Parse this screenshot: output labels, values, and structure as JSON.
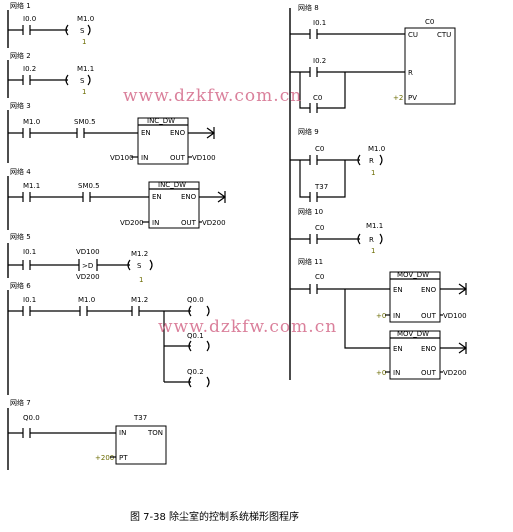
{
  "networks": {
    "n1": "网络 1",
    "n2": "网络 2",
    "n3": "网络 3",
    "n4": "网络 4",
    "n5": "网络 5",
    "n6": "网络 6",
    "n7": "网络 7",
    "n8": "网络 8",
    "n9": "网络 9",
    "n10": "网络 10",
    "n11": "网络 11"
  },
  "n1": {
    "contact": "I0.0",
    "coil": "M1.0",
    "op": "S",
    "n": "1"
  },
  "n2": {
    "contact": "I0.2",
    "coil": "M1.1",
    "op": "S",
    "n": "1"
  },
  "n3": {
    "c1": "M1.0",
    "c2": "SM0.5",
    "box": "INC_DW",
    "en": "EN",
    "eno": "ENO",
    "in": "IN",
    "out": "OUT",
    "in_val": "VD100",
    "out_val": "VD100"
  },
  "n4": {
    "c1": "M1.1",
    "c2": "SM0.5",
    "box": "INC_DW",
    "en": "EN",
    "eno": "ENO",
    "in": "IN",
    "out": "OUT",
    "in_val": "VD200",
    "out_val": "VD200"
  },
  "n5": {
    "c1": "I0.1",
    "cmp_top": "VD100",
    "cmp_op": ">D",
    "cmp_bot": "VD200",
    "coil": "M1.2",
    "op": "S",
    "n": "1"
  },
  "n6": {
    "c1": "I0.1",
    "c2": "M1.0",
    "c3": "M1.2",
    "q1": "Q0.0",
    "q2": "Q0.1",
    "q3": "Q0.2"
  },
  "n7": {
    "c1": "Q0.0",
    "box": "T37",
    "in": "IN",
    "ton": "TON",
    "pt": "PT",
    "pt_val": "+200"
  },
  "n8": {
    "c1": "I0.1",
    "c2": "I0.2",
    "c3": "C0",
    "box": "C0",
    "cu": "CU",
    "ctu": "CTU",
    "r": "R",
    "pv": "PV",
    "pv_val": "+2"
  },
  "n9": {
    "c1": "C0",
    "c2": "T37",
    "coil": "M1.0",
    "op": "R",
    "n": "1"
  },
  "n10": {
    "c1": "C0",
    "coil": "M1.1",
    "op": "R",
    "n": "1"
  },
  "n11": {
    "c1": "C0",
    "b1": {
      "box": "MOV_DW",
      "en": "EN",
      "eno": "ENO",
      "in": "IN",
      "out": "OUT",
      "in_val": "+0",
      "out_val": "VD100"
    },
    "b2": {
      "box": "MOV_DW",
      "en": "EN",
      "eno": "ENO",
      "in": "IN",
      "out": "OUT",
      "in_val": "+0",
      "out_val": "VD200"
    }
  },
  "watermark": "www.dzkfw.com.cn",
  "caption": "图 7-38    除尘室的控制系统梯形图程序"
}
